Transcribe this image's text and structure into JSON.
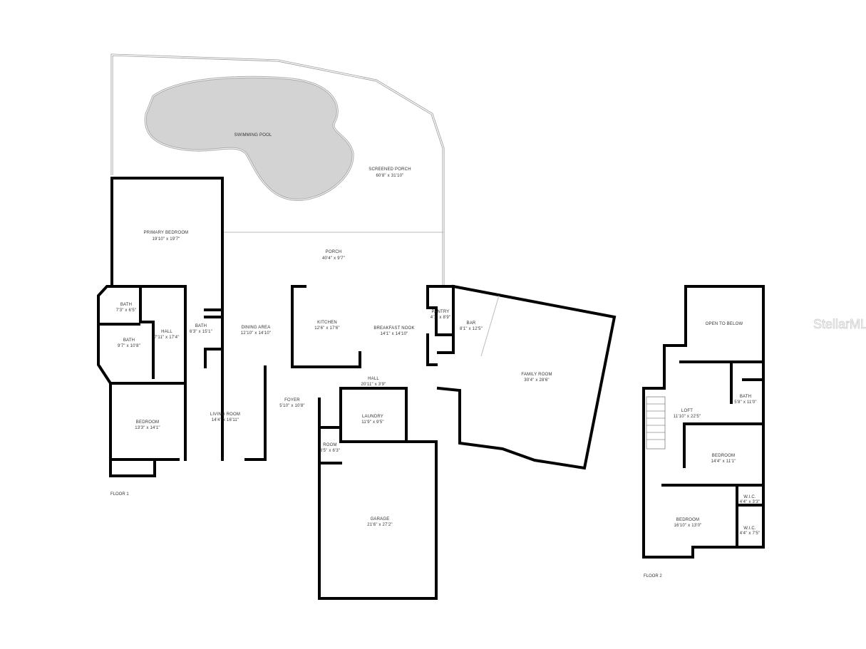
{
  "floor1": {
    "label": "FLOOR 1",
    "rooms": [
      {
        "name": "SWIMMING POOL",
        "size": ""
      },
      {
        "name": "SCREENED PORCH",
        "size": "60'8\" x 31'10\""
      },
      {
        "name": "PRIMARY BEDROOM",
        "size": "19'10\" x 19'7\""
      },
      {
        "name": "PORCH",
        "size": "40'4\" x 9'7\""
      },
      {
        "name": "BATH",
        "size": "7'3\" x 6'5\""
      },
      {
        "name": "BATH",
        "size": "9'7\" x 10'8\""
      },
      {
        "name": "HALL",
        "size": "7'11\" x 17'4\""
      },
      {
        "name": "BATH",
        "size": "6'3\" x 15'1\""
      },
      {
        "name": "DINING AREA",
        "size": "12'10\" x 14'10\""
      },
      {
        "name": "KITCHEN",
        "size": "12'6\" x 17'6\""
      },
      {
        "name": "BREAKFAST NOOK",
        "size": "14'1\" x 14'10\""
      },
      {
        "name": "PANTRY",
        "size": "4'1\" x 8'9\""
      },
      {
        "name": "BAR",
        "size": "8'1\" x 12'5\""
      },
      {
        "name": "FAMILY ROOM",
        "size": "30'4\" x 28'6\""
      },
      {
        "name": "HALL",
        "size": "20'11\" x 3'9\""
      },
      {
        "name": "FOYER",
        "size": "5'10\" x 10'8\""
      },
      {
        "name": "LAUNDRY",
        "size": "11'9\" x 9'5\""
      },
      {
        "name": "LIVING ROOM",
        "size": "14'4\" x 16'11\""
      },
      {
        "name": "BEDROOM",
        "size": "13'3\" x 14'1\""
      },
      {
        "name": "ROOM",
        "size": "3'5\" x 6'3\""
      },
      {
        "name": "GARAGE",
        "size": "21'6\" x 27'2\""
      }
    ]
  },
  "floor2": {
    "label": "FLOOR 2",
    "rooms": [
      {
        "name": "OPEN TO BELOW",
        "size": ""
      },
      {
        "name": "LOFT",
        "size": "11'10\" x 22'5\""
      },
      {
        "name": "BATH",
        "size": "5'8\" x 11'0\""
      },
      {
        "name": "BEDROOM",
        "size": "14'4\" x 11'1\""
      },
      {
        "name": "W.I.C.",
        "size": "4'4\" x 3'3\""
      },
      {
        "name": "BEDROOM",
        "size": "16'10\" x 13'0\""
      },
      {
        "name": "W.I.C.",
        "size": "4'4\" x 7'5\""
      }
    ]
  },
  "watermark": "StellarMLS",
  "colors": {
    "wall": "#000000",
    "pool": "#d3d3d3",
    "background": "#ffffff"
  }
}
